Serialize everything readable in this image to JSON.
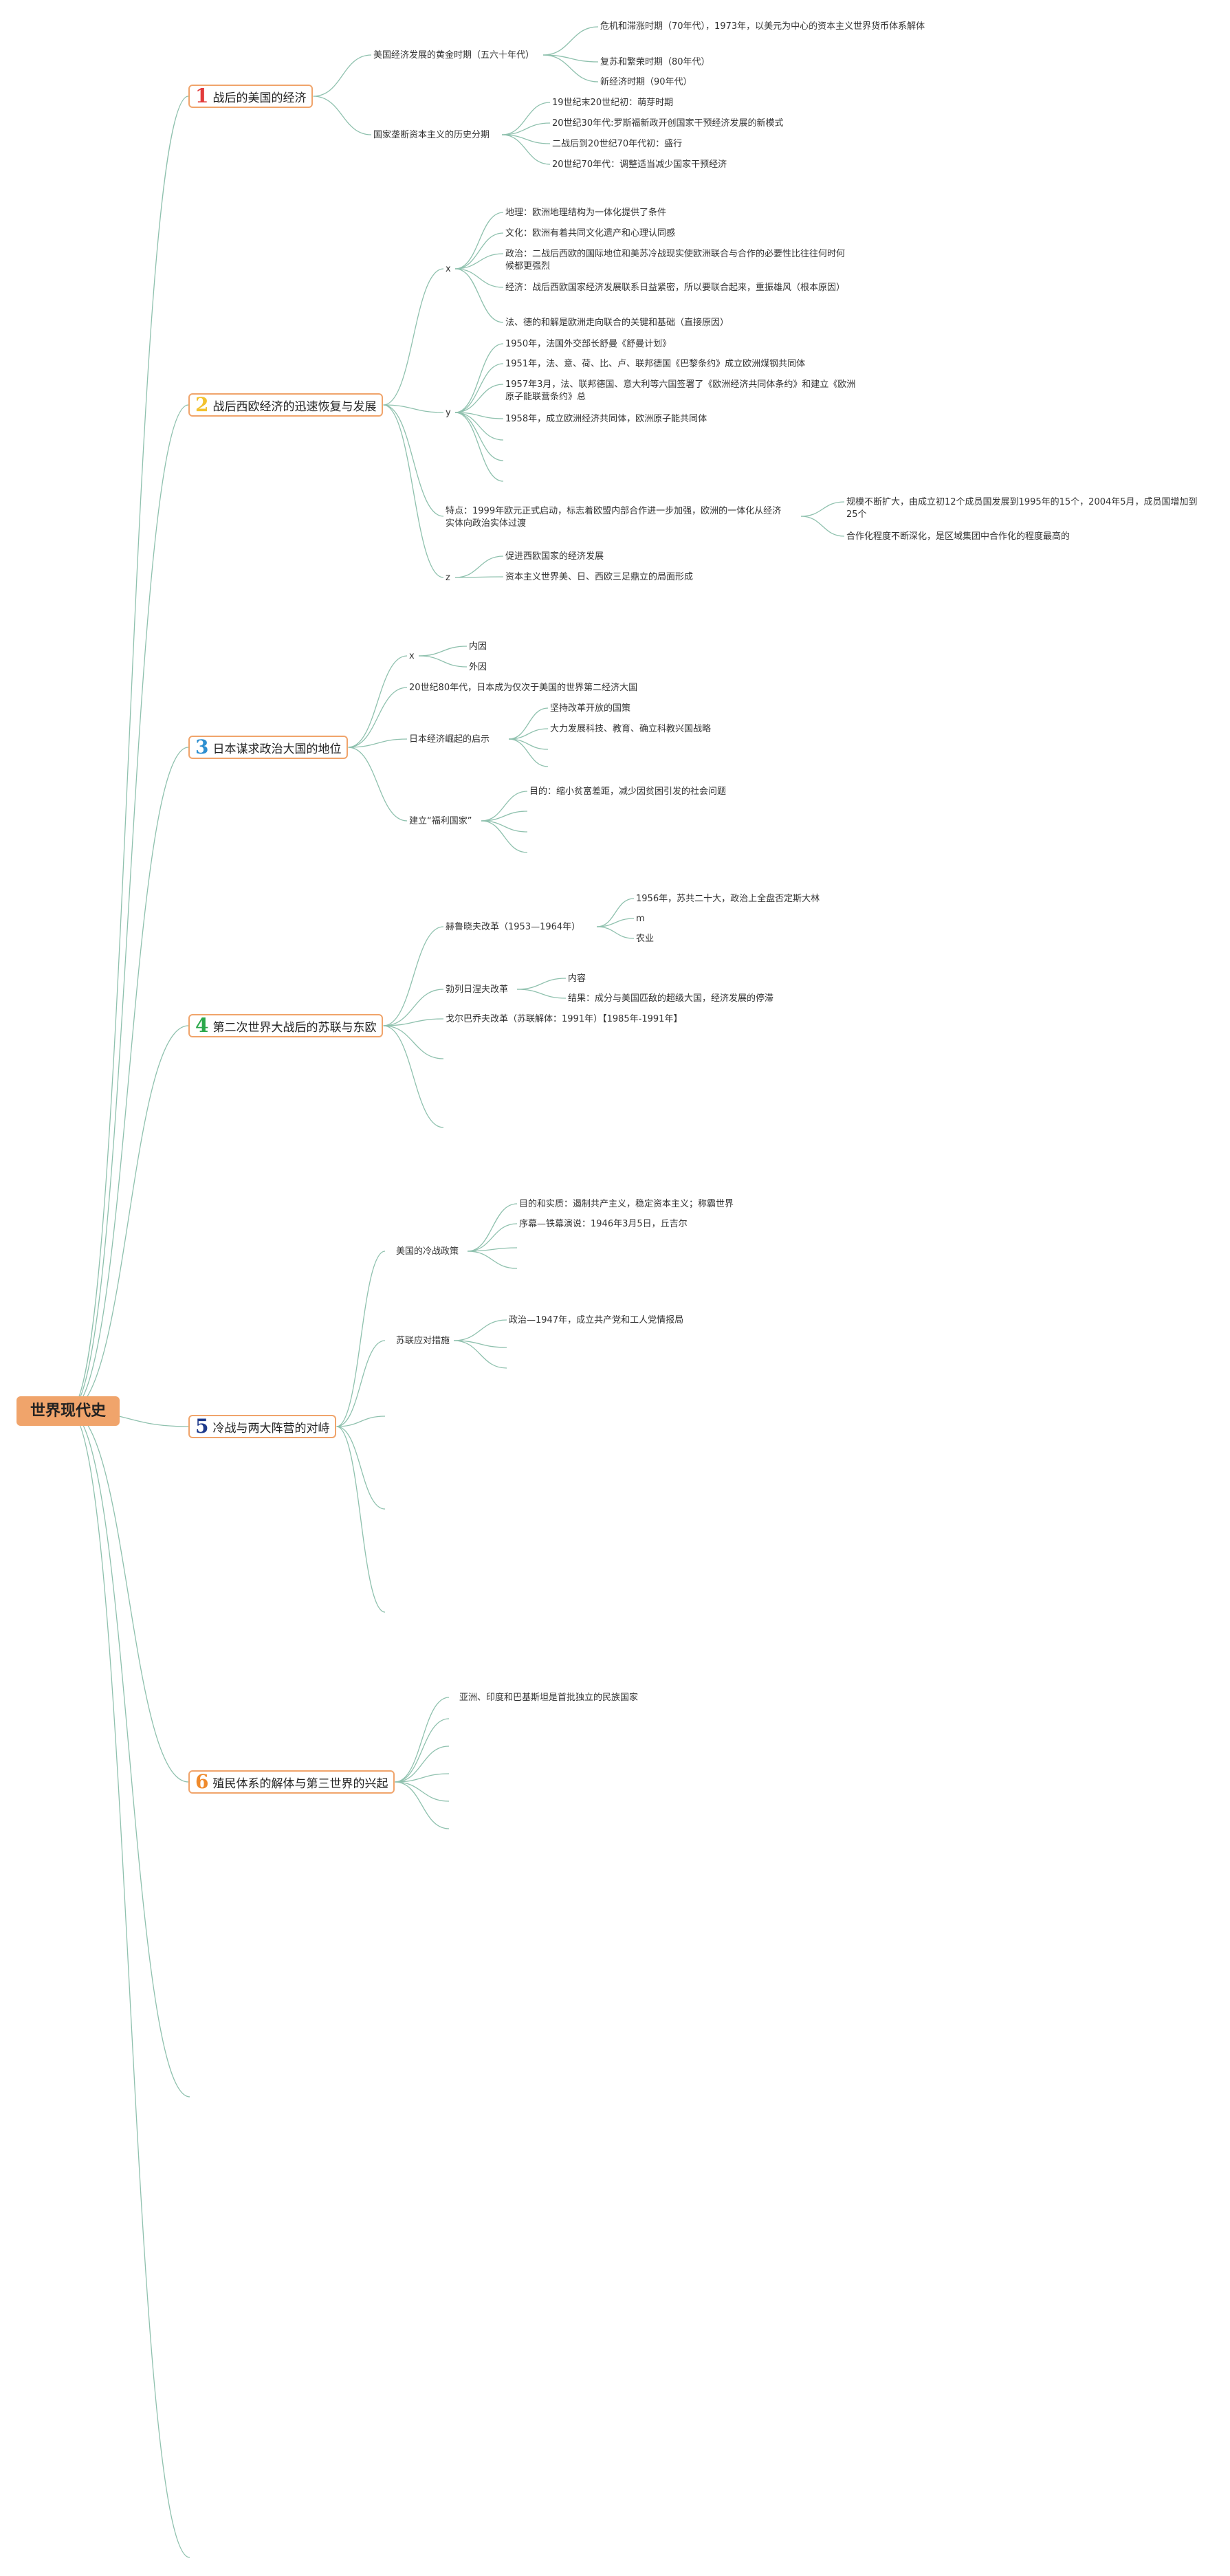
{
  "root": "世界现代史",
  "colors": {
    "line": "#8fc1ae",
    "chapter_border": "#f0a46b",
    "root_bg": "#f0a46b"
  },
  "chapters": [
    {
      "num": "1",
      "num_color": "#e23b3b",
      "label": "战后的美国的经济",
      "branches": [
        {
          "label": "美国经济发展的黄金时期（五六十年代）",
          "items": [
            "危机和滞涨时期（70年代），1973年，以美元为中心的资本主义世界货币体系解体",
            "复苏和繁荣时期（80年代）",
            "新经济时期（90年代）"
          ]
        },
        {
          "label": "国家垄断资本主义的历史分期",
          "items": [
            "19世纪末20世纪初：萌芽时期",
            "20世纪30年代:罗斯福新政开创国家干预经济发展的新模式",
            "二战后到20世纪70年代初：盛行",
            "20世纪70年代：调整适当减少国家干预经济"
          ]
        }
      ]
    },
    {
      "num": "2",
      "num_color": "#f2c230",
      "label": "战后西欧经济的迅速恢复与发展",
      "branches": [
        {
          "label": "x",
          "items": [
            "地理：欧洲地理结构为一体化提供了条件",
            "文化：欧洲有着共同文化遗产和心理认同感",
            "政治：二战后西欧的国际地位和美苏冷战现实使欧洲联合与合作的必要性比往往何时何候都更强烈",
            "经济：战后西欧国家经济发展联系日益紧密，所以要联合起来，重振雄风（根本原因）",
            "法、德的和解是欧洲走向联合的关键和基础（直接原因）"
          ]
        },
        {
          "label": "y",
          "items": [
            "1950年，法国外交部长舒曼《舒曼计划》",
            "1951年，法、意、荷、比、卢、联邦德国《巴黎条约》成立欧洲煤钢共同体",
            "1957年3月，法、联邦德国、意大利等六国签署了《欧洲经济共同体条约》和建立《欧洲原子能联营条约》总",
            "1958年，成立欧洲经济共同体，欧洲原子能共同体"
          ]
        },
        {
          "label": "特点：1999年欧元正式启动，标志着欧盟内部合作进一步加强，欧洲的一体化从经济实体向政治实体过渡",
          "items": [
            "规模不断扩大，由成立初12个成员国发展到1995年的15个，2004年5月，成员国增加到25个",
            "合作化程度不断深化，是区域集团中合作化的程度最高的"
          ]
        },
        {
          "label": "z",
          "items": [
            "促进西欧国家的经济发展",
            "资本主义世界美、日、西欧三足鼎立的局面形成"
          ]
        }
      ]
    },
    {
      "num": "3",
      "num_color": "#2e8fd0",
      "label": "日本谋求政治大国的地位",
      "branches": [
        {
          "label": "x",
          "items": [
            "内因",
            "外因"
          ]
        },
        {
          "label": "20世纪80年代，日本成为仅次于美国的世界第二经济大国",
          "items": []
        },
        {
          "label": "日本经济崛起的启示",
          "items": [
            "坚持改革开放的国策",
            "大力发展科技、教育、确立科教兴国战略"
          ]
        },
        {
          "label": "建立“福利国家”",
          "items": [
            "目的：缩小贫富差距，减少因贫困引发的社会问题"
          ]
        }
      ]
    },
    {
      "num": "4",
      "num_color": "#2aa84a",
      "label": "第二次世界大战后的苏联与东欧",
      "branches": [
        {
          "label": "赫鲁晓夫改革（1953—1964年）",
          "items": [
            "1956年，苏共二十大，政治上全盘否定斯大林",
            "m",
            "农业"
          ]
        },
        {
          "label": "勃列日涅夫改革",
          "items": [
            "内容",
            "结果：成分与美国匹敌的超级大国，经济发展的停滞"
          ]
        },
        {
          "label": "戈尔巴乔夫改革（苏联解体：1991年）【1985年-1991年】",
          "items": []
        }
      ]
    },
    {
      "num": "5",
      "num_color": "#1f3b8c",
      "label": "冷战与两大阵营的对峙",
      "branches": [
        {
          "label": "美国的冷战政策",
          "items": [
            "目的和实质：遏制共产主义，稳定资本主义；称霸世界",
            "序幕—铁幕演说：1946年3月5日，丘吉尔"
          ]
        },
        {
          "label": "苏联应对措施",
          "items": [
            "政治—1947年，成立共产党和工人党情报局"
          ]
        }
      ]
    },
    {
      "num": "6",
      "num_color": "#ef8a2c",
      "label": "殖民体系的解体与第三世界的兴起",
      "branches": [
        {
          "label": "亚洲、印度和巴基斯坦是首批独立的民族国家",
          "items": []
        }
      ]
    }
  ]
}
